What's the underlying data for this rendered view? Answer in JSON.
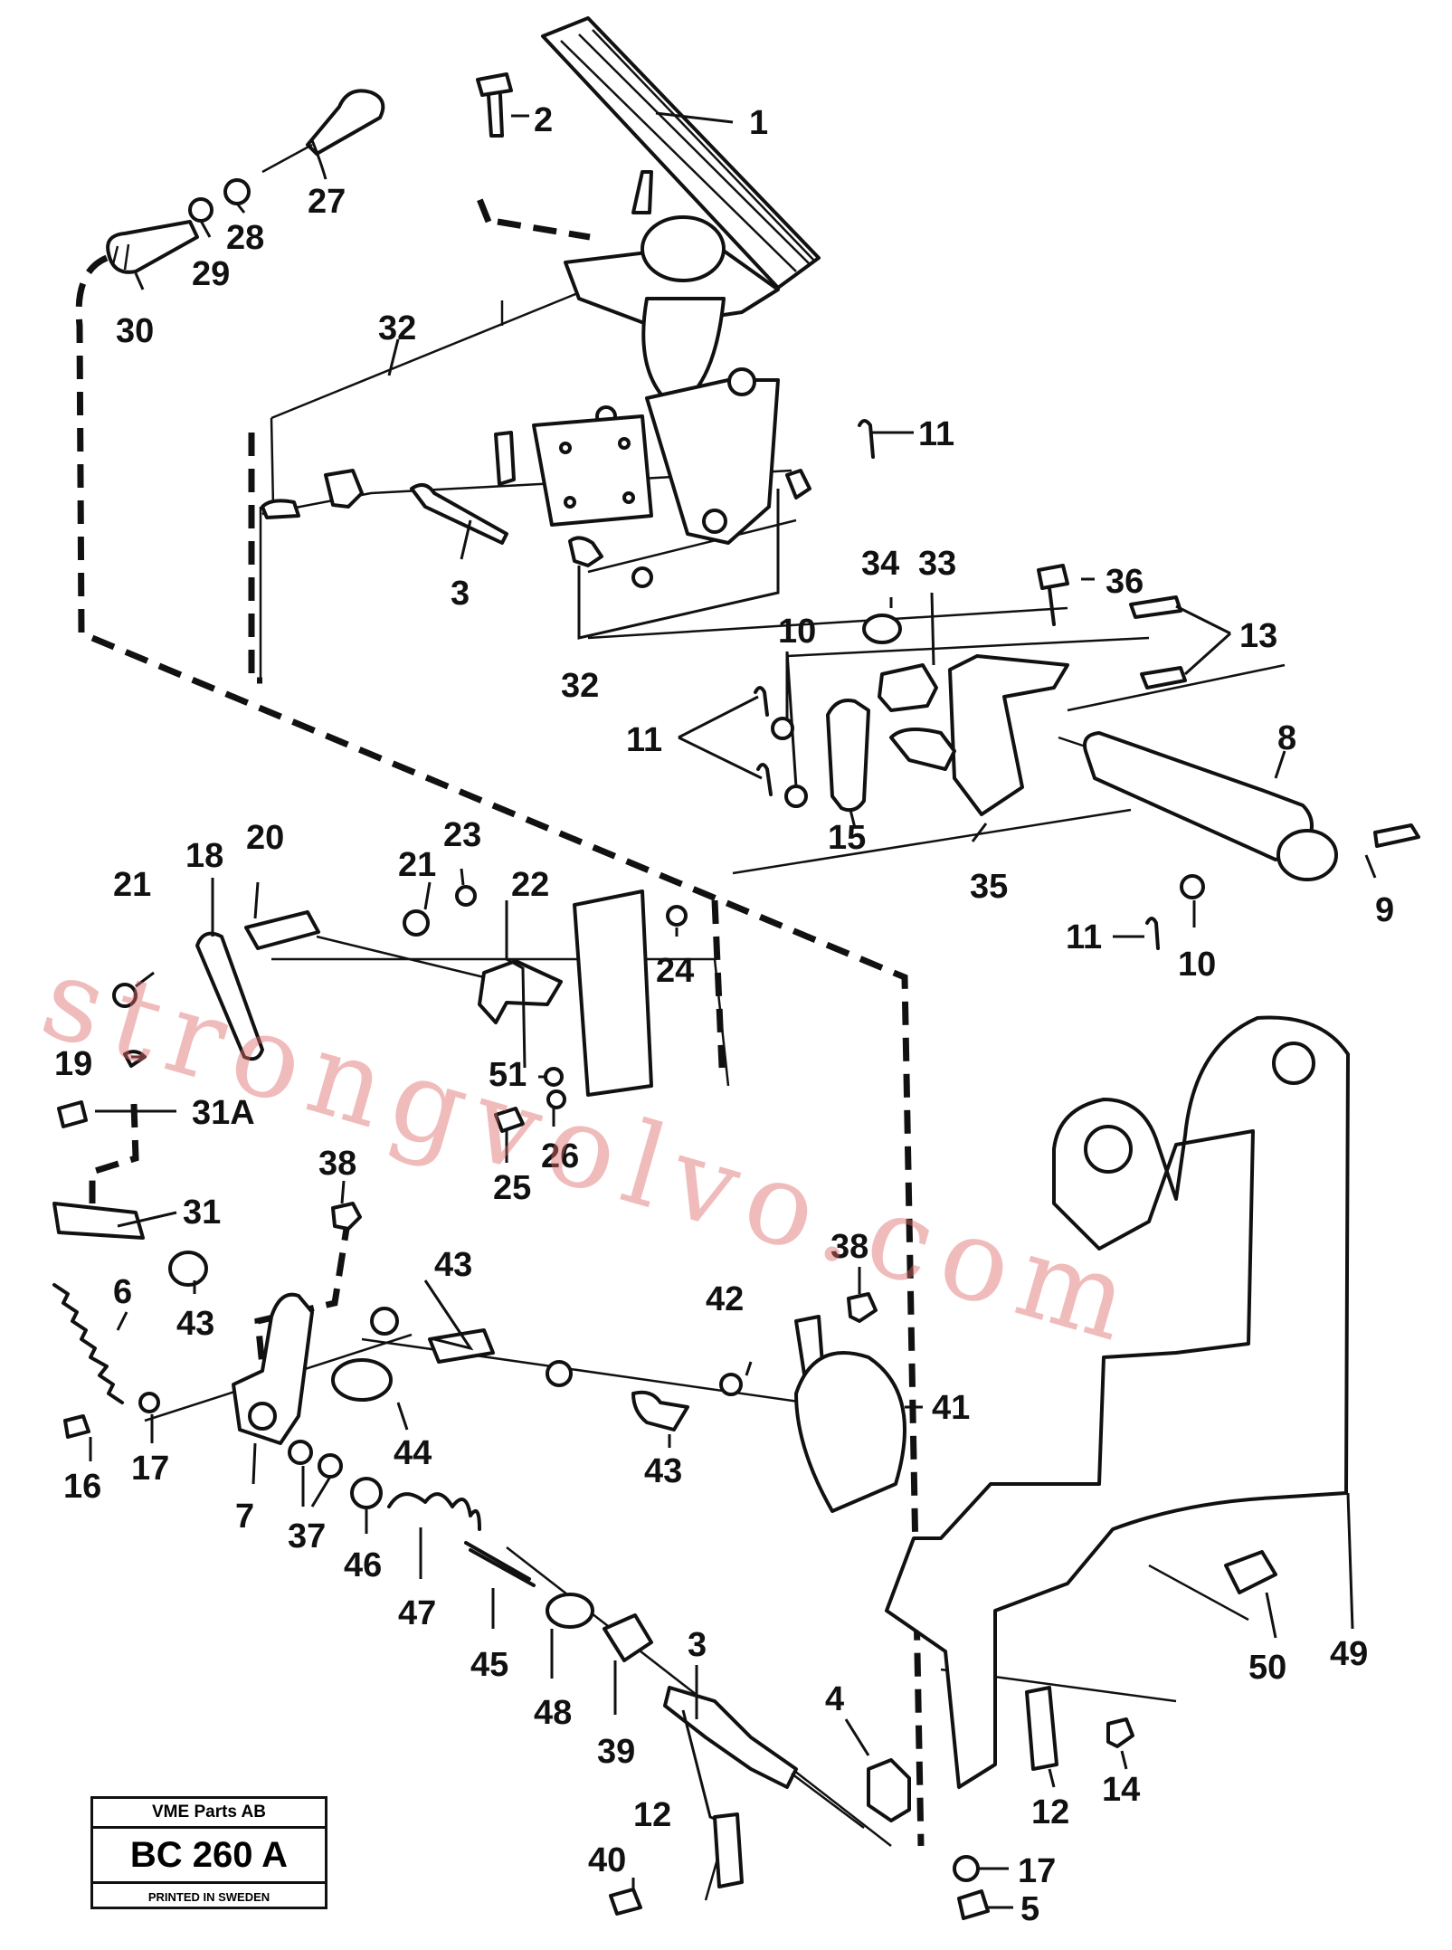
{
  "labels": {
    "p1": "1",
    "p2": "2",
    "p3a": "3",
    "p3b": "3",
    "p4": "4",
    "p5": "5",
    "p6": "6",
    "p7": "7",
    "p8": "8",
    "p9": "9",
    "p10a": "10",
    "p10b": "10",
    "p11a": "11",
    "p11b": "11",
    "p11c": "11",
    "p12a": "12",
    "p12b": "12",
    "p13": "13",
    "p14": "14",
    "p15": "15",
    "p16": "16",
    "p17a": "17",
    "p17b": "17",
    "p18": "18",
    "p19": "19",
    "p20": "20",
    "p21a": "21",
    "p21b": "21",
    "p22": "22",
    "p23": "23",
    "p24": "24",
    "p25": "25",
    "p26": "26",
    "p27": "27",
    "p28": "28",
    "p29": "29",
    "p30": "30",
    "p31": "31",
    "p31a": "31A",
    "p32a": "32",
    "p32b": "32",
    "p33": "33",
    "p34": "34",
    "p35": "35",
    "p36": "36",
    "p37": "37",
    "p38a": "38",
    "p38b": "38",
    "p39": "39",
    "p40": "40",
    "p41": "41",
    "p42": "42",
    "p43a": "43",
    "p43b": "43",
    "p43c": "43",
    "p44": "44",
    "p45": "45",
    "p46": "46",
    "p47": "47",
    "p48": "48",
    "p49": "49",
    "p50": "50",
    "p51": "51"
  },
  "watermark": "strongvolvo.com",
  "stamp": {
    "company": "VME Parts AB",
    "code": "BC 260 A",
    "footer": "PRINTED IN SWEDEN"
  }
}
